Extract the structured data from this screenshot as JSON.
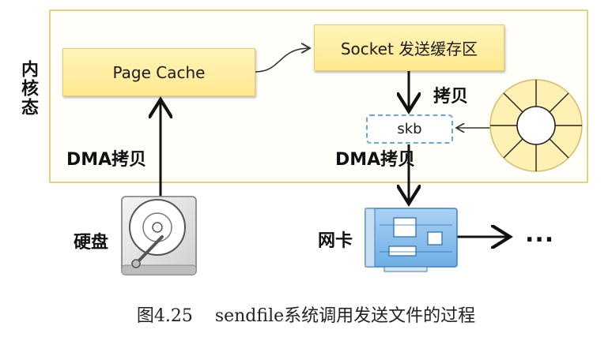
{
  "labels": {
    "kernel_mode": "内核态",
    "page_cache": "Page Cache",
    "socket_buffer": "Socket 发送缓存区",
    "skb": "skb",
    "copy": "拷贝",
    "dma_copy_left": "DMA拷贝",
    "dma_copy_right": "DMA拷贝",
    "disk": "硬盘",
    "nic": "网卡",
    "ellipsis": "..."
  },
  "caption": "图4.25    sendfile系统调用发送文件的过程",
  "colors": {
    "kernel_border": "#e7d07b",
    "box_fill": "#ffe98f",
    "skb_border": "#67a9df",
    "ring_fill": "#fff0b3",
    "nic_blue": "#7db6ea"
  },
  "icons": {
    "disk": "hard-disk-icon",
    "ring": "ring-buffer-icon",
    "nic": "network-card-icon"
  }
}
